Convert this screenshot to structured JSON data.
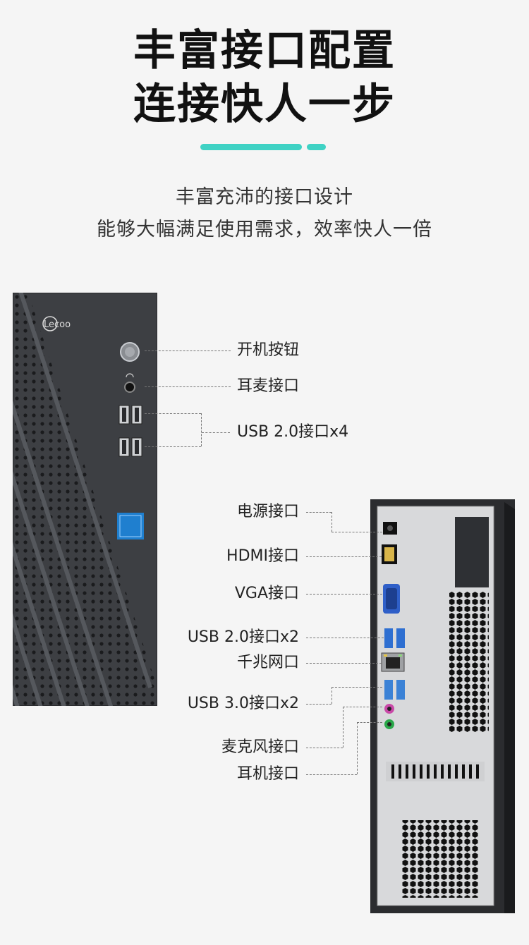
{
  "heading": {
    "line1": "丰富接口配置",
    "line2": "连接快人一步"
  },
  "subtitle": {
    "line1": "丰富充沛的接口设计",
    "line2": "能够大幅满足使用需求，效率快人一倍"
  },
  "front_panel": {
    "brand_logo": "Lecoo",
    "labels": {
      "power": "开机按钮",
      "headset": "耳麦接口",
      "usb": "USB 2.0接口x4"
    }
  },
  "rear_panel": {
    "labels": {
      "power": "电源接口",
      "hdmi": "HDMI接口",
      "vga": "VGA接口",
      "usb2": "USB 2.0接口x2",
      "lan": "千兆网口",
      "usb3": "USB 3.0接口x2",
      "mic": "麦克风接口",
      "headphone": "耳机接口"
    }
  },
  "colors": {
    "accent": "#3fd2c4",
    "chassis": "#3a3c40",
    "rear_plate": "#dcdcdc",
    "usb3_blue": "#3b82d6",
    "mic_pink": "#c94aa8",
    "audio_green": "#2aa84a"
  }
}
